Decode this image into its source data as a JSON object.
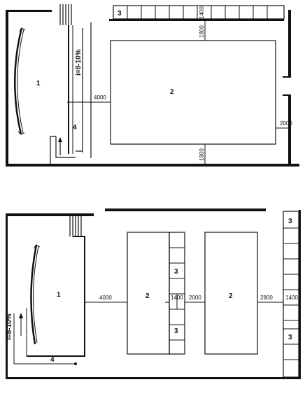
{
  "plan_top": {
    "zone_1": "1",
    "zone_2": "2",
    "zone_3": "3",
    "zone_4": "4",
    "slope": "i=8-10%",
    "dim_left": "4000",
    "dim_right": "2000",
    "dim_top_gap": "1800",
    "dim_top_row": "1400",
    "dim_bottom": "1800"
  },
  "plan_bottom": {
    "zone_1": "1",
    "zone_2a": "2",
    "zone_2b": "2",
    "zone_3a": "3",
    "zone_3b": "3",
    "zone_3_right_top": "3",
    "zone_3_right_bottom": "3",
    "zone_4": "4",
    "slope": "i=8-10%",
    "dim_left": "4000",
    "dim_row_a": "1400",
    "dim_middle": "2000",
    "dim_right": "2800",
    "dim_row_b": "1400"
  }
}
